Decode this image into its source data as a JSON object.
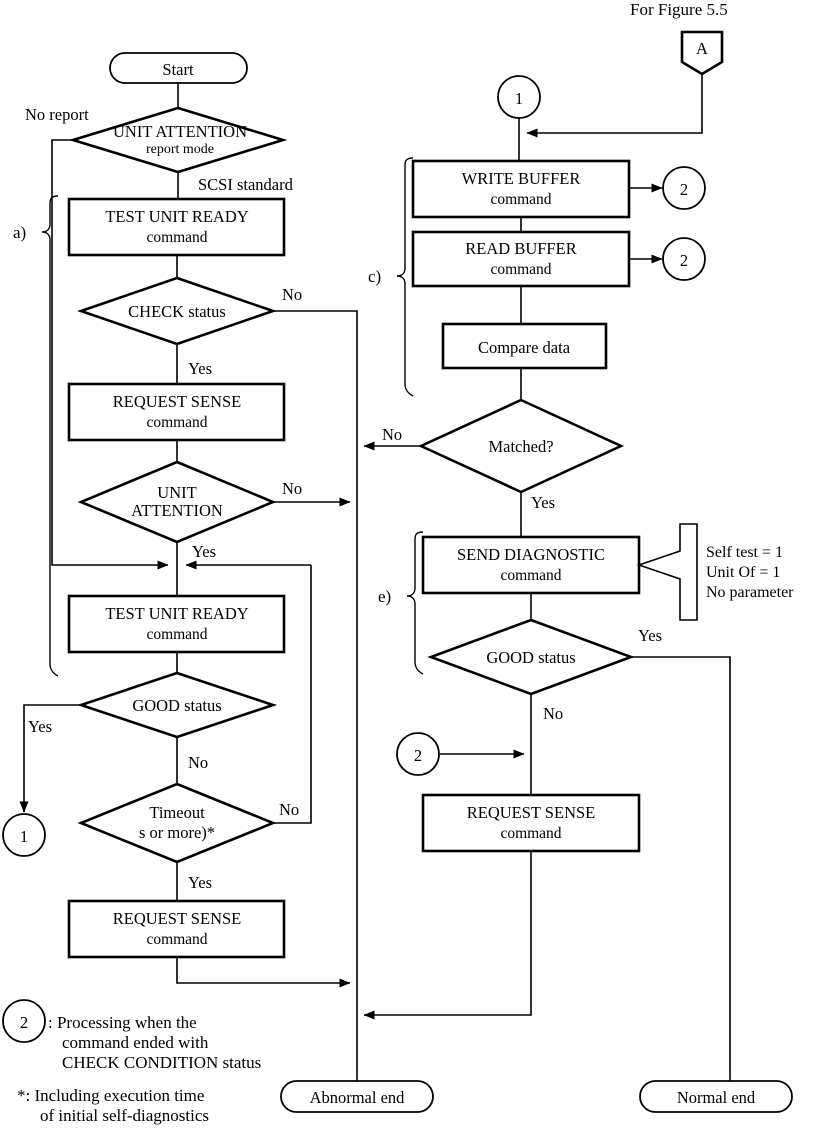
{
  "figure": {
    "title_note": "For Figure 5.5",
    "connector_A": "A"
  },
  "left_column": {
    "start": "Start",
    "no_report_label": "No report",
    "unit_attention_decision": {
      "line1": "UNIT ATTENTION",
      "line2": "report mode"
    },
    "scsi_standard_label": "SCSI standard",
    "test_unit_ready_1": {
      "line1": "TEST UNIT READY",
      "line2": "command"
    },
    "check_status_decision": "CHECK status",
    "check_status_no": "No",
    "check_status_yes": "Yes",
    "request_sense_1": {
      "line1": "REQUEST SENSE",
      "line2": "command"
    },
    "unit_attention_decision2": {
      "line1": "UNIT",
      "line2": "ATTENTION"
    },
    "unit_attention_no": "No",
    "unit_attention_yes": "Yes",
    "test_unit_ready_2": {
      "line1": "TEST UNIT READY",
      "line2": "command"
    },
    "good_status_decision": "GOOD status",
    "good_status_yes": "Yes",
    "good_status_no": "No",
    "timeout_decision": {
      "line1": "Timeout",
      "line2": "s or more)*"
    },
    "timeout_no": "No",
    "timeout_yes": "Yes",
    "request_sense_2": {
      "line1": "REQUEST SENSE",
      "line2": "command"
    },
    "brace_a": "a)",
    "connector_1": "1"
  },
  "right_column": {
    "connector_1": "1",
    "brace_c": "c)",
    "write_buffer": {
      "line1": "WRITE BUFFER",
      "line2": "command"
    },
    "write_buffer_connector": "2",
    "read_buffer": {
      "line1": "READ BUFFER",
      "line2": "command"
    },
    "read_buffer_connector": "2",
    "compare_data": "Compare data",
    "matched_decision": "Matched?",
    "matched_no": "No",
    "matched_yes": "Yes",
    "brace_e": "e)",
    "send_diagnostic": {
      "line1": "SEND DIAGNOSTIC",
      "line2": "command"
    },
    "send_diagnostic_params": [
      "Self test = 1",
      "Unit Of = 1",
      "No parameter"
    ],
    "good_status_decision": "GOOD status",
    "good_status_yes": "Yes",
    "good_status_no": "No",
    "connector_2": "2",
    "request_sense": {
      "line1": "REQUEST SENSE",
      "line2": "command"
    }
  },
  "terminals": {
    "abnormal_end": "Abnormal end",
    "normal_end": "Normal end"
  },
  "legend": {
    "connector_2_symbol": "2",
    "connector_2_text": [
      ": Processing when the",
      "command ended with",
      "CHECK CONDITION status"
    ],
    "asterisk_text": [
      "*: Including execution time",
      "of initial self-diagnostics"
    ]
  },
  "colors": {
    "stroke": "#000000",
    "fill": "#ffffff"
  }
}
